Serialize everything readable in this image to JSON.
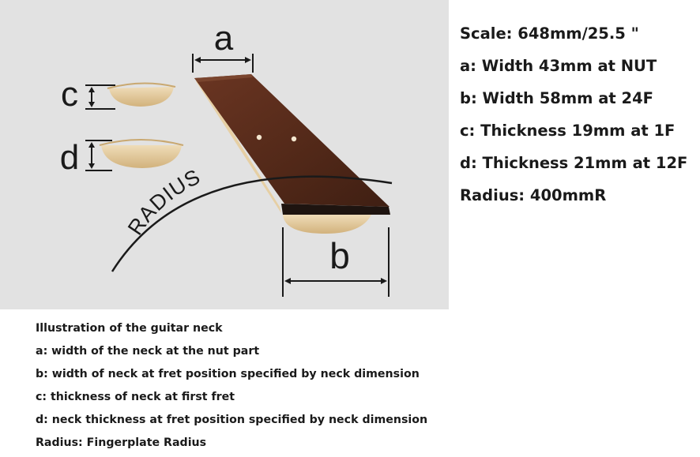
{
  "diagram": {
    "label_a": "a",
    "label_b": "b",
    "label_c": "c",
    "label_d": "d",
    "label_radius": "RADIUS",
    "colors": {
      "panel_bg": "#e2e2e2",
      "neck_wood": "#5a2c1c",
      "neck_edge": "#e6cfa4",
      "neck_profile": "#ddc28f",
      "fret_bar": "#1e1410",
      "ink": "#1a1a1a"
    }
  },
  "specs": {
    "scale": "Scale: 648mm/25.5 \"",
    "a": "a: Width 43mm at NUT",
    "b": "b: Width 58mm at 24F",
    "c": "c: Thickness 19mm at 1F",
    "d": "d: Thickness 21mm at 12F",
    "radius": "Radius: 400mmR"
  },
  "notes": {
    "title": "Illustration of the guitar neck",
    "a": "a: width of the neck at the nut part",
    "b": "b: width of neck at fret position specified by neck dimension",
    "c": "c: thickness of neck at first fret",
    "d": "d: neck thickness at fret position specified by neck dimension",
    "radius": "Radius: Fingerplate Radius"
  }
}
